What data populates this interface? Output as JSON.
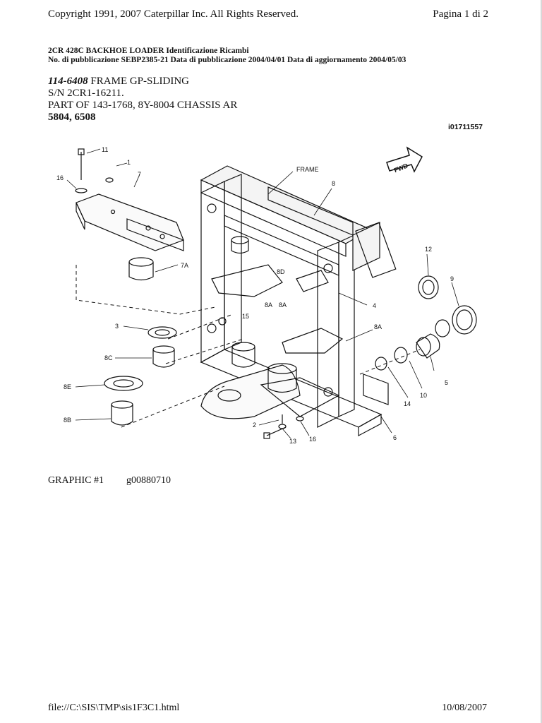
{
  "header": {
    "copyright": "Copyright 1991, 2007 Caterpillar Inc. All Rights Reserved.",
    "page_number": "Pagina 1 di 2"
  },
  "publication": {
    "title": "2CR 428C BACKHOE LOADER Identificazione Ricambi",
    "info": "No. di pubblicazione SEBP2385-21 Data di pubblicazione 2004/04/01 Data di aggiornamento 2004/05/03"
  },
  "part": {
    "number": "114-6408",
    "name": " FRAME GP-SLIDING",
    "serial": "S/N 2CR1-16211.",
    "part_of": "PART OF 143-1768, 8Y-8004 CHASSIS AR",
    "codes": "5804, 6508"
  },
  "illustration_id": "i01711557",
  "diagram": {
    "callouts": {
      "c11": "11",
      "c1": "1",
      "c16a": "16",
      "c7": "7",
      "c7a": "7A",
      "c3": "3",
      "c8c": "8C",
      "c8e": "8E",
      "c8b": "8B",
      "frame": "FRAME",
      "c8": "8",
      "fwd": "FWD",
      "c8d": "8D",
      "c8a1": "8A",
      "c8a2": "8A",
      "c15": "15",
      "c4": "4",
      "c8a3": "8A",
      "c12": "12",
      "c9": "9",
      "c5": "5",
      "c10": "10",
      "c14": "14",
      "c6": "6",
      "c2": "2",
      "c13": "13",
      "c16b": "16"
    }
  },
  "graphic": {
    "label": "GRAPHIC #1",
    "id": "g00880710"
  },
  "footer": {
    "file_path": "file://C:\\SIS\\TMP\\sis1F3C1.html",
    "date": "10/08/2007"
  }
}
